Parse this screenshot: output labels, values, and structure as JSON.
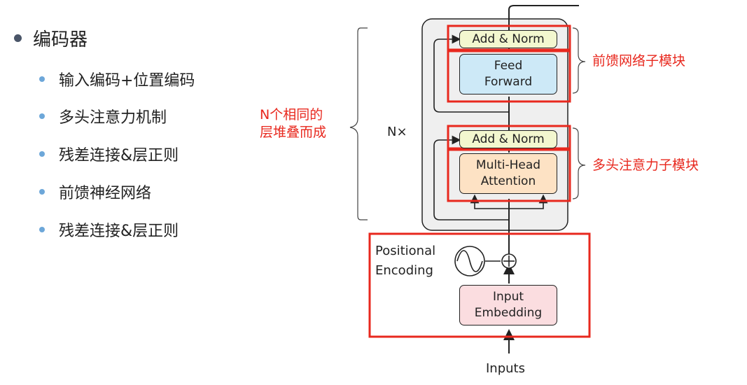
{
  "outline": {
    "title": "编码器",
    "items": [
      "输入编码+位置编码",
      "多头注意力机制",
      "残差连接&层正则",
      "前馈神经网络",
      "残差连接&层正则"
    ]
  },
  "annotations": {
    "stack_line1": "N个相同的",
    "stack_line2": "层堆叠而成",
    "ffn_submodule": "前馈网络子模块",
    "attn_submodule": "多头注意力子模块"
  },
  "diagram": {
    "repeat_label": "N×",
    "add_norm_top": "Add & Norm",
    "feed_forward_line1": "Feed",
    "feed_forward_line2": "Forward",
    "add_norm_bottom": "Add & Norm",
    "mha_line1": "Multi-Head",
    "mha_line2": "Attention",
    "pos_enc_line1": "Positional",
    "pos_enc_line2": "Encoding",
    "input_emb_line1": "Input",
    "input_emb_line2": "Embedding",
    "inputs_label": "Inputs"
  },
  "colors": {
    "highlight": "#e8281e",
    "add_norm_fill": "#f3f7cf",
    "feed_forward_fill": "#cde9f7",
    "attention_fill": "#fde2c4",
    "embedding_fill": "#fbdde0",
    "block_fill": "#efefef"
  }
}
